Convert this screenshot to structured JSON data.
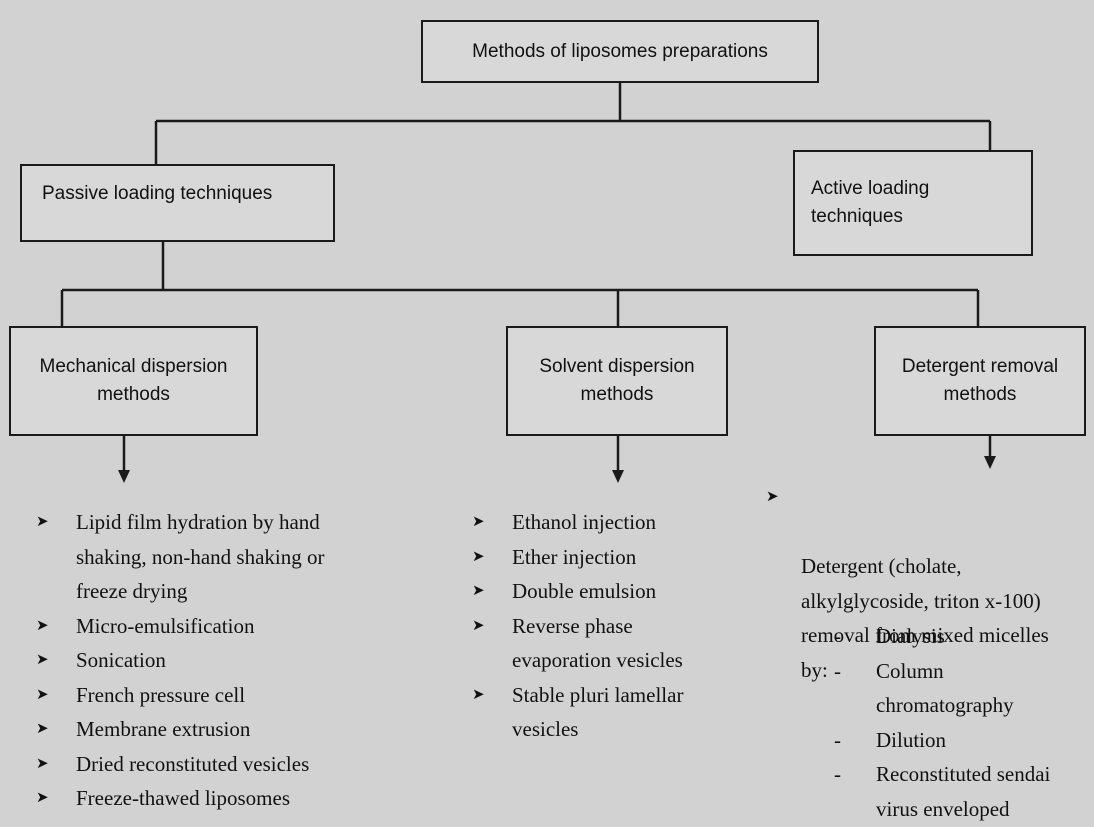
{
  "root": {
    "label": "Methods of liposomes preparations"
  },
  "passive": {
    "label": "Passive loading techniques"
  },
  "active": {
    "label": "Active loading\ntechniques"
  },
  "mechanical": {
    "label": "Mechanical dispersion\nmethods",
    "items": [
      "Lipid film hydration by hand",
      "shaking, non-hand shaking or",
      "freeze drying",
      "Micro-emulsification",
      "Sonication",
      "French pressure cell",
      "Membrane extrusion",
      "Dried reconstituted vesicles",
      "Freeze-thawed liposomes"
    ]
  },
  "solvent": {
    "label": "Solvent dispersion\nmethods",
    "items": [
      "Ethanol injection",
      "Ether injection",
      "Double emulsion",
      "Reverse phase",
      "evaporation vesicles",
      "Stable pluri lamellar",
      "vesicles"
    ]
  },
  "detergent": {
    "label": "Detergent removal\nmethods",
    "intro": "Detergent (cholate,\nalkylglycoside, triton x-100)\nremoval from mixed micelles\nby:",
    "sub_items": [
      "Dialysis",
      "Column",
      "chromatography",
      "Dilution",
      "Reconstituted sendai",
      "virus enveloped"
    ]
  },
  "marker": "➤",
  "dash": "-"
}
